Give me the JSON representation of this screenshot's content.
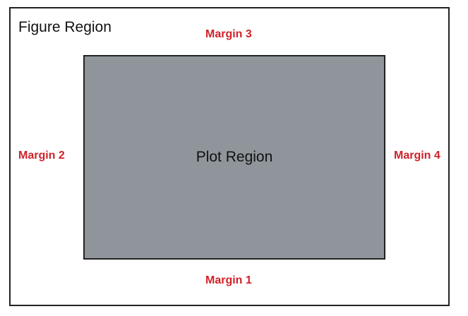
{
  "figure": {
    "title": "Figure Region"
  },
  "plot": {
    "label": "Plot Region"
  },
  "margins": {
    "top": "Margin 3",
    "bottom": "Margin 1",
    "left": "Margin 2",
    "right": "Margin 4"
  },
  "colors": {
    "plot_fill": "#8f959b",
    "margin_text": "#d0222a",
    "border": "#222222",
    "background": "#ffffff"
  }
}
